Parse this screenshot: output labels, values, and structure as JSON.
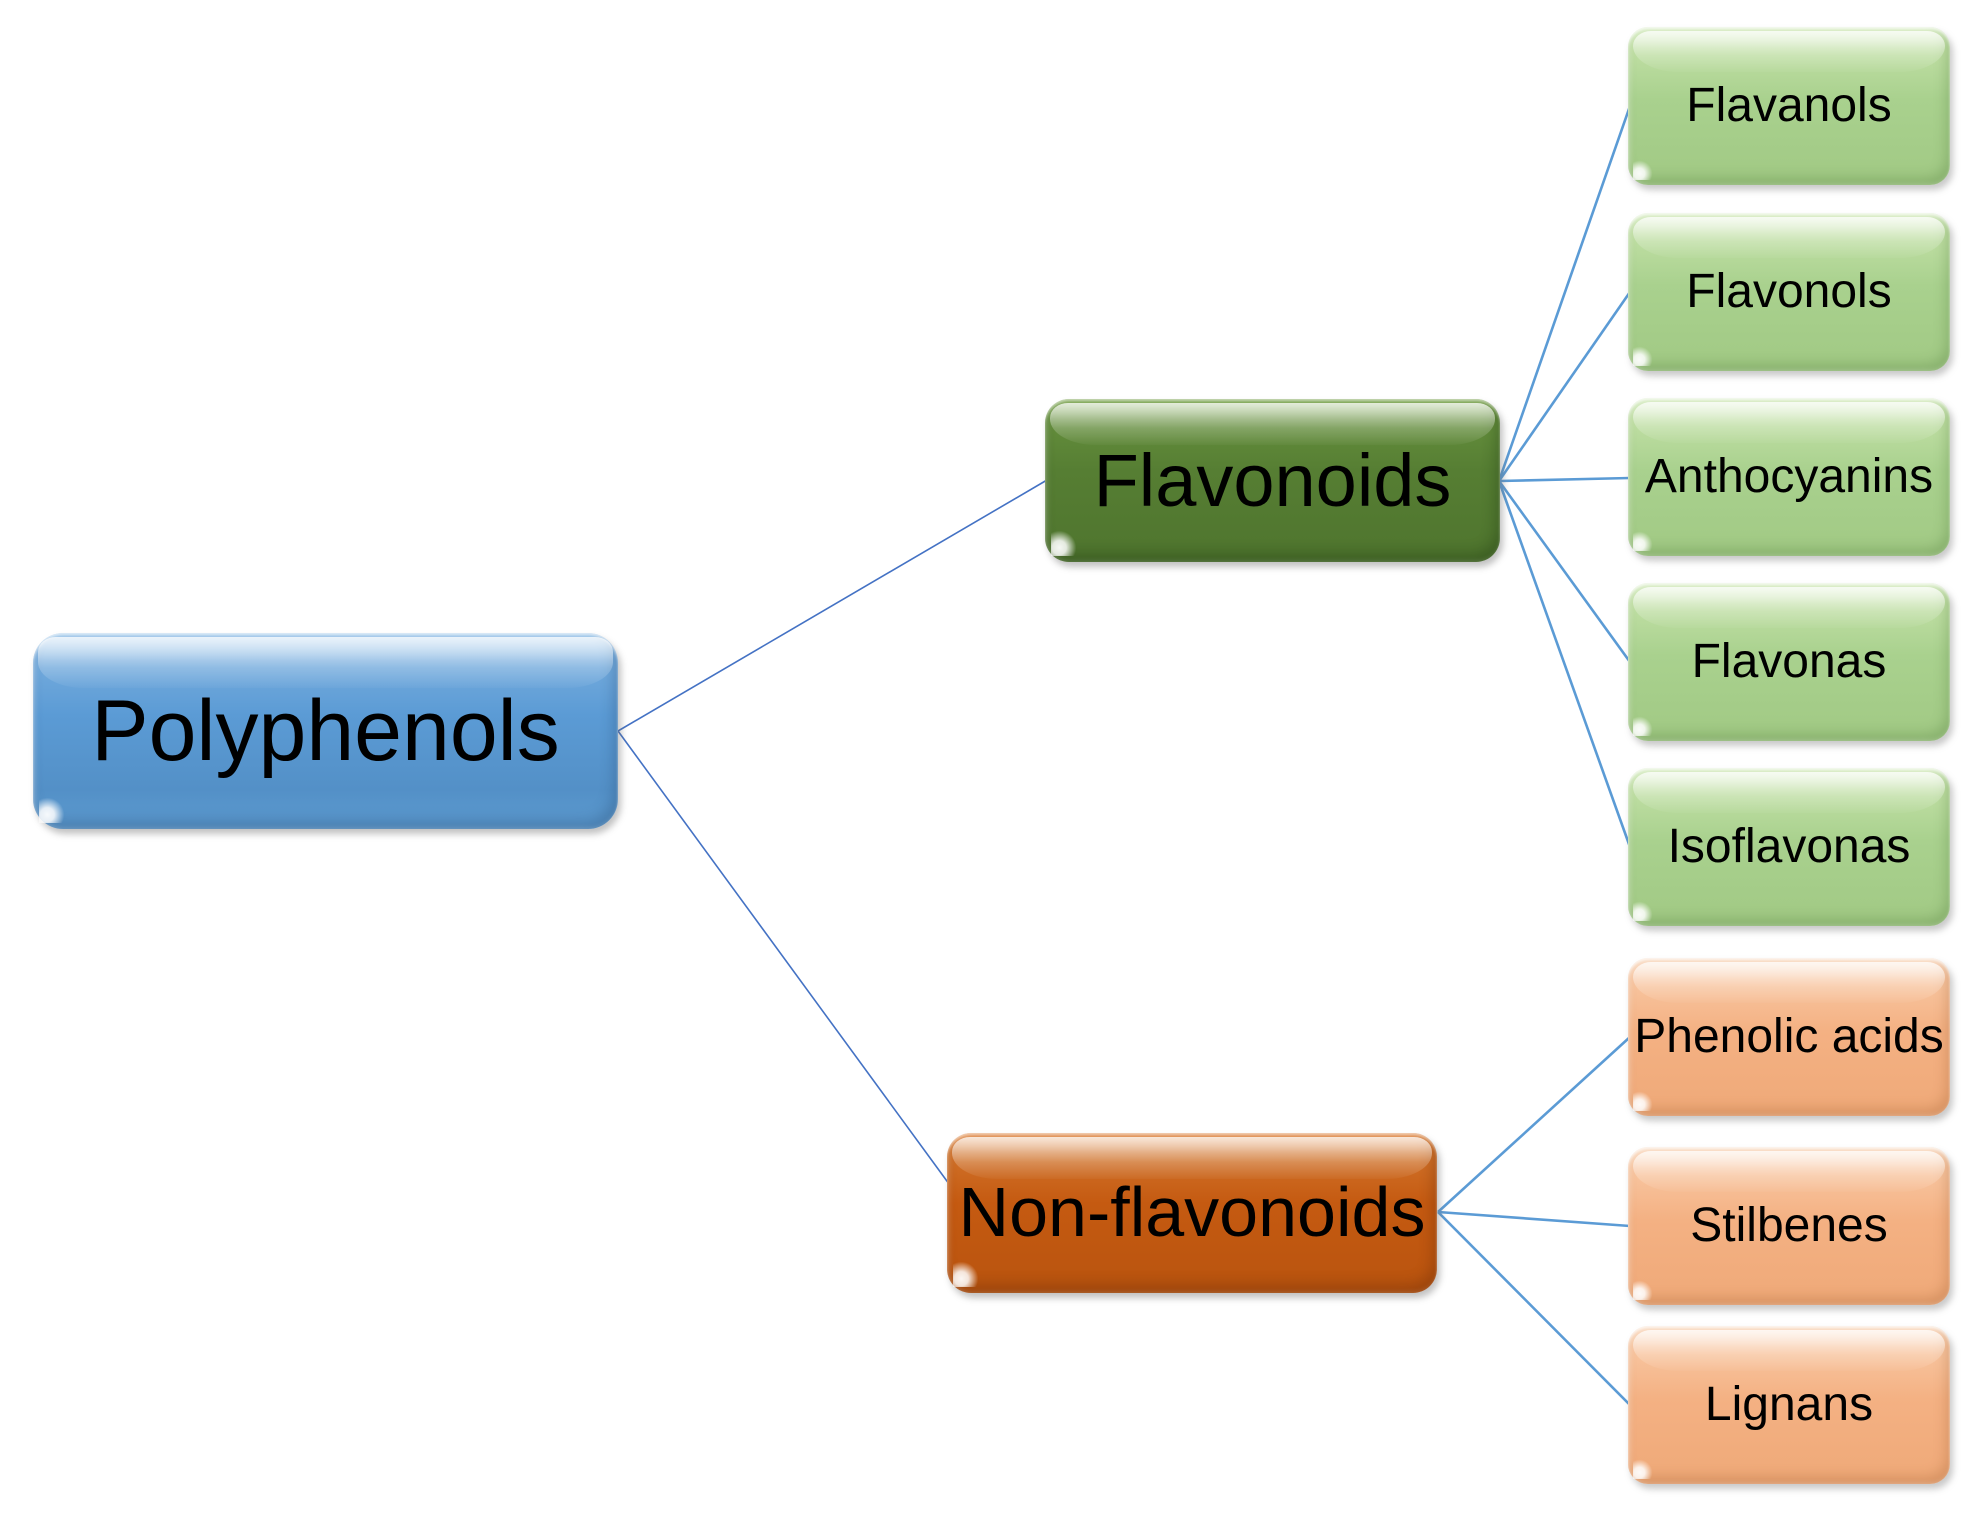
{
  "diagram": {
    "type": "hierarchy",
    "root": {
      "label": "Polyphenols"
    },
    "branches": [
      {
        "label": "Flavonoids"
      },
      {
        "label": "Non-flavonoids"
      }
    ],
    "leaves": [
      {
        "label": "Flavanols",
        "parent": "Flavonoids"
      },
      {
        "label": "Flavonols",
        "parent": "Flavonoids"
      },
      {
        "label": "Anthocyanins",
        "parent": "Flavonoids"
      },
      {
        "label": "Flavonas",
        "parent": "Flavonoids"
      },
      {
        "label": "Isoflavonas",
        "parent": "Flavonoids"
      },
      {
        "label": "Phenolic acids",
        "parent": "Non-flavonoids"
      },
      {
        "label": "Stilbenes",
        "parent": "Non-flavonoids"
      },
      {
        "label": "Lignans",
        "parent": "Non-flavonoids"
      }
    ],
    "colors": {
      "root_fill": "#5B9BD5",
      "branch_flavonoids_fill": "#567E33",
      "branch_non_flavonoids_fill": "#C55A11",
      "leaf_flavonoid_fill": "#A9D18E",
      "leaf_non_flavonoid_fill": "#F4B183",
      "connector_primary": "#4472C4",
      "connector_secondary": "#5B9BD5",
      "text": "#000000",
      "background": "#FFFFFF"
    }
  }
}
